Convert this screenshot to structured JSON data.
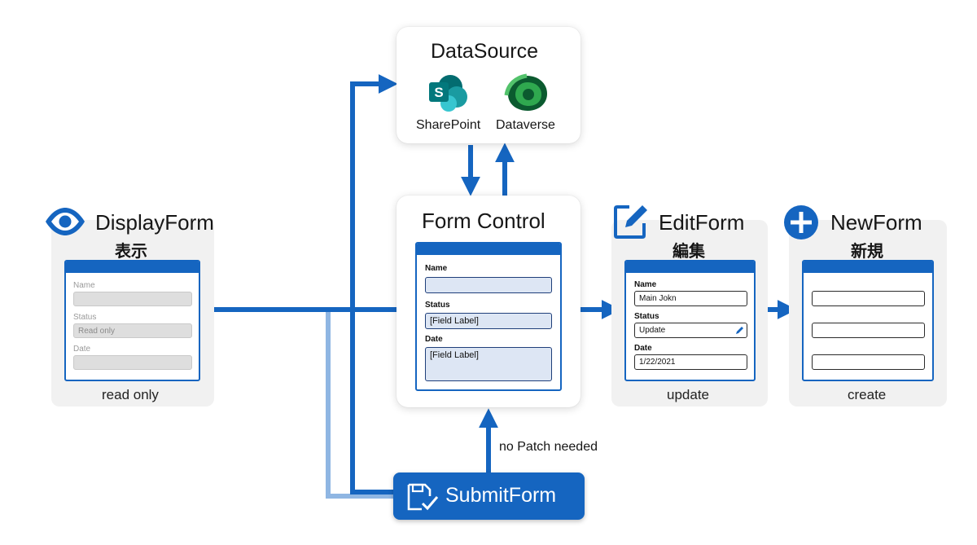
{
  "colors": {
    "accent": "#1565c0",
    "accent_light": "#8fb6e3",
    "panel": "#f1f1f1"
  },
  "datasource": {
    "title": "DataSource",
    "items": [
      {
        "label": "SharePoint",
        "icon": "sharepoint-icon"
      },
      {
        "label": "Dataverse",
        "icon": "dataverse-icon"
      }
    ]
  },
  "form_control": {
    "title": "Form Control",
    "fields": [
      {
        "label": "Name",
        "value": ""
      },
      {
        "label": "Status",
        "value": "[Field Label]"
      },
      {
        "label": "Date",
        "value": "[Field Label]"
      }
    ]
  },
  "display_form": {
    "title": "DisplayForm",
    "subtitle": "表示",
    "icon": "eye-icon",
    "caption": "read only",
    "fields": [
      {
        "label": "Name",
        "value": ""
      },
      {
        "label": "Status",
        "value": "Read only"
      },
      {
        "label": "Date",
        "value": ""
      }
    ]
  },
  "edit_form": {
    "title": "EditForm",
    "subtitle": "編集",
    "icon": "edit-icon",
    "caption": "update",
    "fields": [
      {
        "label": "Name",
        "value": "Main Jokn"
      },
      {
        "label": "Status",
        "value": "Update"
      },
      {
        "label": "Date",
        "value": "1/22/2021"
      }
    ]
  },
  "new_form": {
    "title": "NewForm",
    "subtitle": "新規",
    "icon": "plus-icon",
    "caption": "create"
  },
  "submit": {
    "label": "SubmitForm",
    "icon": "save-check-icon"
  },
  "note": "no Patch needed"
}
